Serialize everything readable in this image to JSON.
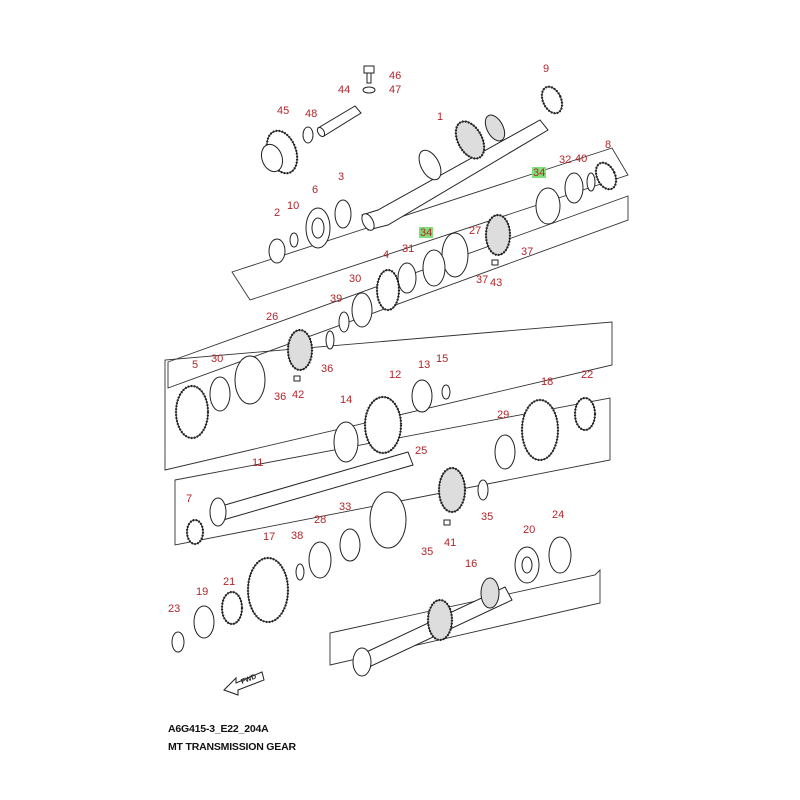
{
  "diagram": {
    "code": "A6G415-3_E22_204A",
    "title": "MT TRANSMISSION GEAR",
    "fwd_label": "FWD",
    "callout_color": "#b2262a",
    "highlight_color": "#7fe07a",
    "callouts": [
      {
        "label": "46"
      },
      {
        "label": "47"
      },
      {
        "label": "44"
      },
      {
        "label": "9"
      },
      {
        "label": "45"
      },
      {
        "label": "48"
      },
      {
        "label": "1"
      },
      {
        "label": "32"
      },
      {
        "label": "8"
      },
      {
        "label": "34",
        "highlight": true
      },
      {
        "label": "40"
      },
      {
        "label": "6"
      },
      {
        "label": "3"
      },
      {
        "label": "2"
      },
      {
        "label": "10"
      },
      {
        "label": "27"
      },
      {
        "label": "34",
        "highlight": true
      },
      {
        "label": "31"
      },
      {
        "label": "4"
      },
      {
        "label": "37"
      },
      {
        "label": "37"
      },
      {
        "label": "43"
      },
      {
        "label": "30"
      },
      {
        "label": "39"
      },
      {
        "label": "26"
      },
      {
        "label": "36"
      },
      {
        "label": "5"
      },
      {
        "label": "30"
      },
      {
        "label": "36"
      },
      {
        "label": "42"
      },
      {
        "label": "13"
      },
      {
        "label": "15"
      },
      {
        "label": "12"
      },
      {
        "label": "18"
      },
      {
        "label": "22"
      },
      {
        "label": "14"
      },
      {
        "label": "29"
      },
      {
        "label": "11"
      },
      {
        "label": "25"
      },
      {
        "label": "7"
      },
      {
        "label": "35"
      },
      {
        "label": "33"
      },
      {
        "label": "28"
      },
      {
        "label": "41"
      },
      {
        "label": "35"
      },
      {
        "label": "20"
      },
      {
        "label": "24"
      },
      {
        "label": "17"
      },
      {
        "label": "38"
      },
      {
        "label": "16"
      },
      {
        "label": "19"
      },
      {
        "label": "21"
      },
      {
        "label": "23"
      }
    ]
  }
}
